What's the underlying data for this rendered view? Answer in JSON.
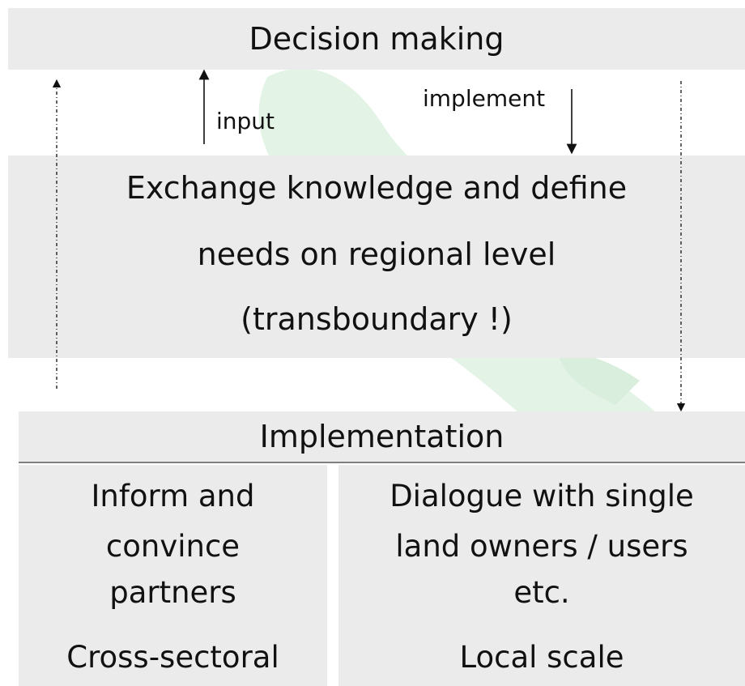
{
  "decision": {
    "title": "Decision making"
  },
  "arrows": {
    "input_label": "input",
    "implement_label": "implement"
  },
  "exchange": {
    "lines": [
      "Exchange knowledge and define",
      "needs on regional level",
      "(transboundary !)"
    ]
  },
  "implementation": {
    "title": "Implementation",
    "left": {
      "lines": [
        "Inform and",
        "convince",
        "partners"
      ],
      "scale": "Cross-sectoral"
    },
    "right": {
      "lines": [
        "Dialogue with single",
        "land owners / users",
        "etc."
      ],
      "scale": "Local scale"
    }
  },
  "colors": {
    "box_fill": "#ebebeb",
    "watermark": "#e3f3e6",
    "divider": "#7f7f7f"
  }
}
